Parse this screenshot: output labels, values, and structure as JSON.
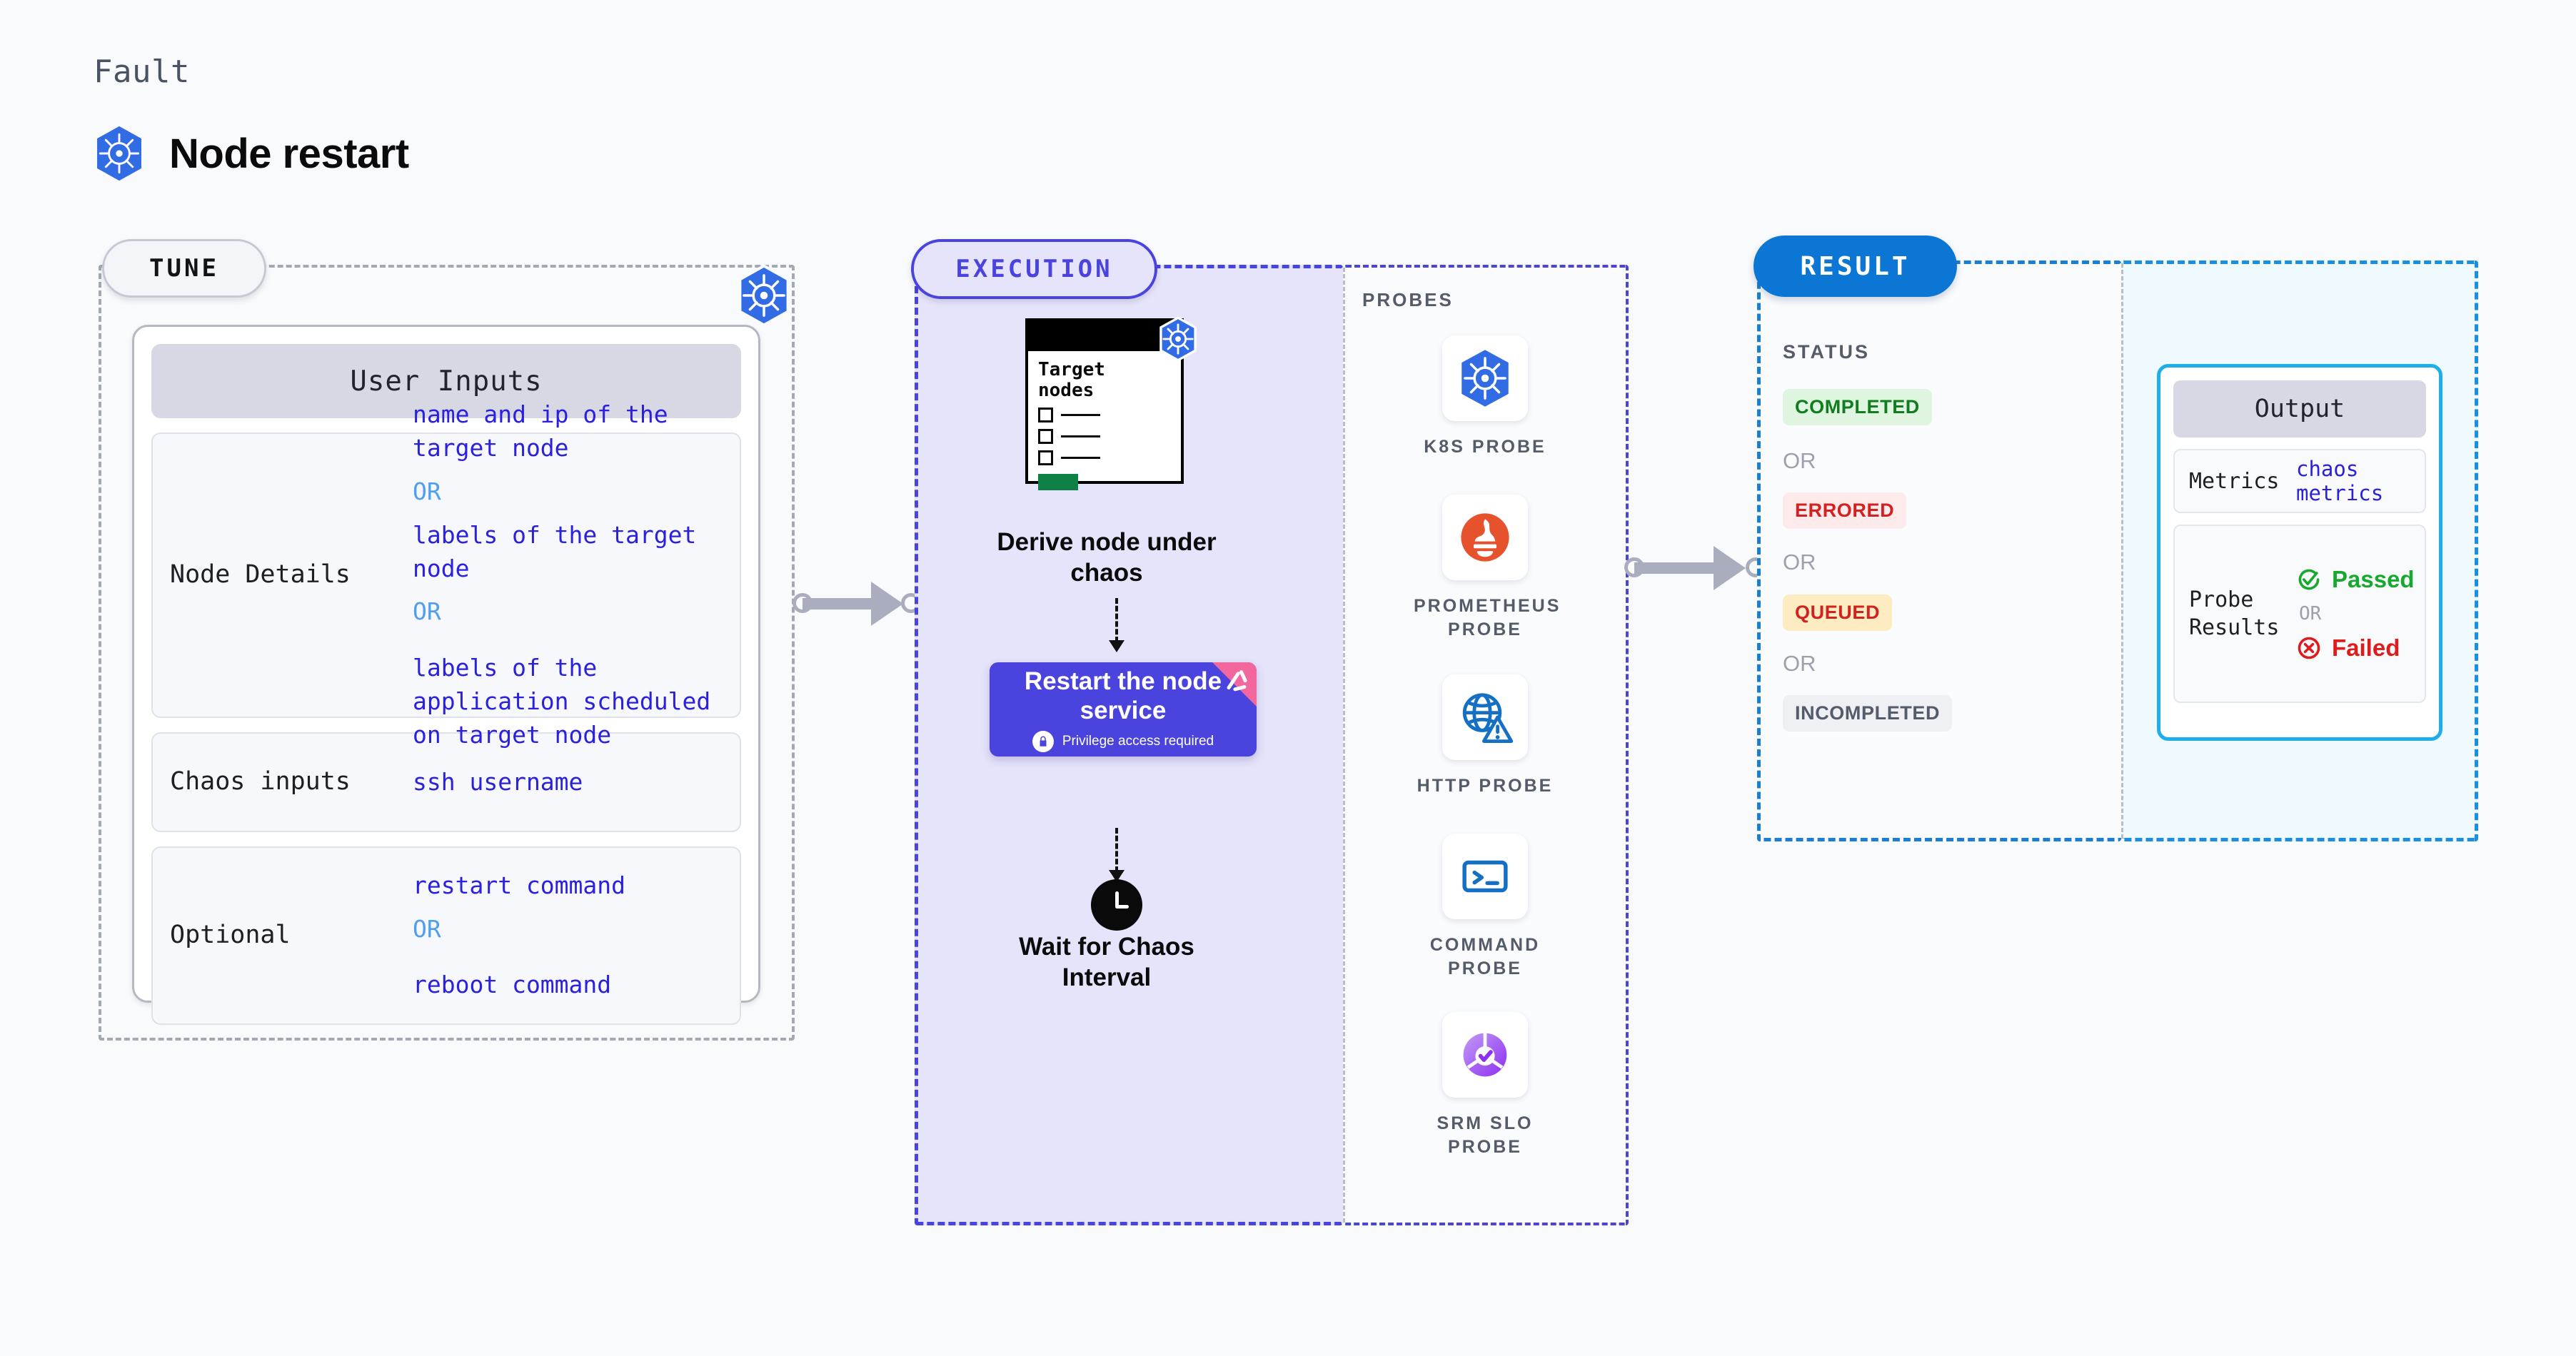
{
  "header": {
    "fault_label": "Fault",
    "title": "Node restart",
    "logo_icon": "kubernetes-icon"
  },
  "stages": {
    "tune": "TUNE",
    "execution": "EXECUTION",
    "result": "RESULT"
  },
  "tune": {
    "badge_icon": "kubernetes-icon",
    "card_title": "User Inputs",
    "rows": [
      {
        "label": "Node Details",
        "value1": "name and ip of the target node",
        "or1": "OR",
        "value2": "labels of the target node",
        "or2": "OR",
        "value3": "labels of the application scheduled on target node"
      },
      {
        "label": "Chaos inputs",
        "value1": "ssh username"
      },
      {
        "label": "Optional",
        "value1": "restart command",
        "or1": "OR",
        "value2": "reboot command"
      }
    ]
  },
  "execution": {
    "target_card": {
      "title_line1": "Target",
      "title_line2": "nodes",
      "badge_icon": "kubernetes-icon"
    },
    "step1_caption": "Derive node under chaos",
    "step2": {
      "title": "Restart the node service",
      "privilege_note": "Privilege access required",
      "lock_icon": "lock-icon",
      "ribbon_icon": "harness-chaos-icon"
    },
    "step3_caption": "Wait for Chaos Interval",
    "clock_icon": "clock-icon"
  },
  "probes": {
    "title": "PROBES",
    "items": [
      {
        "label": "K8S PROBE",
        "icon": "kubernetes-icon"
      },
      {
        "label": "PROMETHEUS PROBE",
        "icon": "prometheus-icon"
      },
      {
        "label": "HTTP PROBE",
        "icon": "http-globe-warning-icon"
      },
      {
        "label": "COMMAND PROBE",
        "icon": "terminal-icon"
      },
      {
        "label": "SRM SLO PROBE",
        "icon": "srm-slo-donut-icon"
      }
    ]
  },
  "result": {
    "status_title": "STATUS",
    "or_label": "OR",
    "badges": [
      {
        "label": "COMPLETED",
        "bg": "#dff5e0",
        "fg": "#127c21"
      },
      {
        "label": "ERRORED",
        "bg": "#fdeaea",
        "fg": "#d32121"
      },
      {
        "label": "QUEUED",
        "bg": "#fdecc1",
        "fg": "#d32121"
      },
      {
        "label": "INCOMPLETED",
        "bg": "#eef0f4",
        "fg": "#545b69"
      }
    ]
  },
  "output": {
    "card_title": "Output",
    "metrics_label": "Metrics",
    "metrics_value": "chaos metrics",
    "probe_label": "Probe Results",
    "passed": "Passed",
    "failed": "Failed",
    "or_label": "OR",
    "pass_icon": "check-circle-icon",
    "fail_icon": "x-circle-icon"
  },
  "colors": {
    "k8s_blue": "#326ce5",
    "exec_purple": "#4a43dd",
    "result_blue": "#0b76d3",
    "output_cyan": "#20aee8",
    "pink_ribbon": "#f2679d"
  }
}
